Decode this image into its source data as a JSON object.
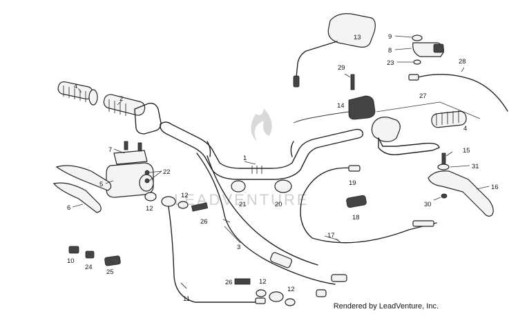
{
  "watermark": "LEADVENTURE",
  "footer": "Rendered by LeadVenture, Inc.",
  "callouts": [
    "1",
    "2",
    "3",
    "4",
    "4",
    "5",
    "6",
    "7",
    "8",
    "9",
    "10",
    "11",
    "12",
    "12",
    "12",
    "12",
    "13",
    "14",
    "15",
    "16",
    "17",
    "18",
    "19",
    "20",
    "21",
    "22",
    "23",
    "24",
    "25",
    "26",
    "26",
    "27",
    "28",
    "29",
    "30",
    "31"
  ]
}
